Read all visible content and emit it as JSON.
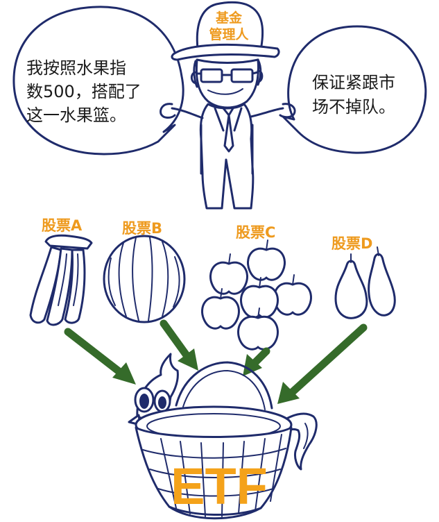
{
  "manager": {
    "hat_line1": "基金",
    "hat_line2": "管理人"
  },
  "left_bubble": {
    "line1": "我按照水果指",
    "line2": "数500，搭配了",
    "line3": "这一水果篮。"
  },
  "right_bubble": {
    "line1": "保证紧跟市",
    "line2": "场不掉队。"
  },
  "stocks": [
    {
      "label": "股票A",
      "fruit": "banana-icon"
    },
    {
      "label": "股票B",
      "fruit": "watermelon-icon"
    },
    {
      "label": "股票C",
      "fruit": "apples-icon"
    },
    {
      "label": "股票D",
      "fruit": "pears-icon"
    }
  ],
  "basket": {
    "label": "ETF"
  },
  "colors": {
    "label_orange": "#ee9a1e",
    "ink_blue": "#1f2b6b",
    "arrow_green": "#356b2a"
  }
}
